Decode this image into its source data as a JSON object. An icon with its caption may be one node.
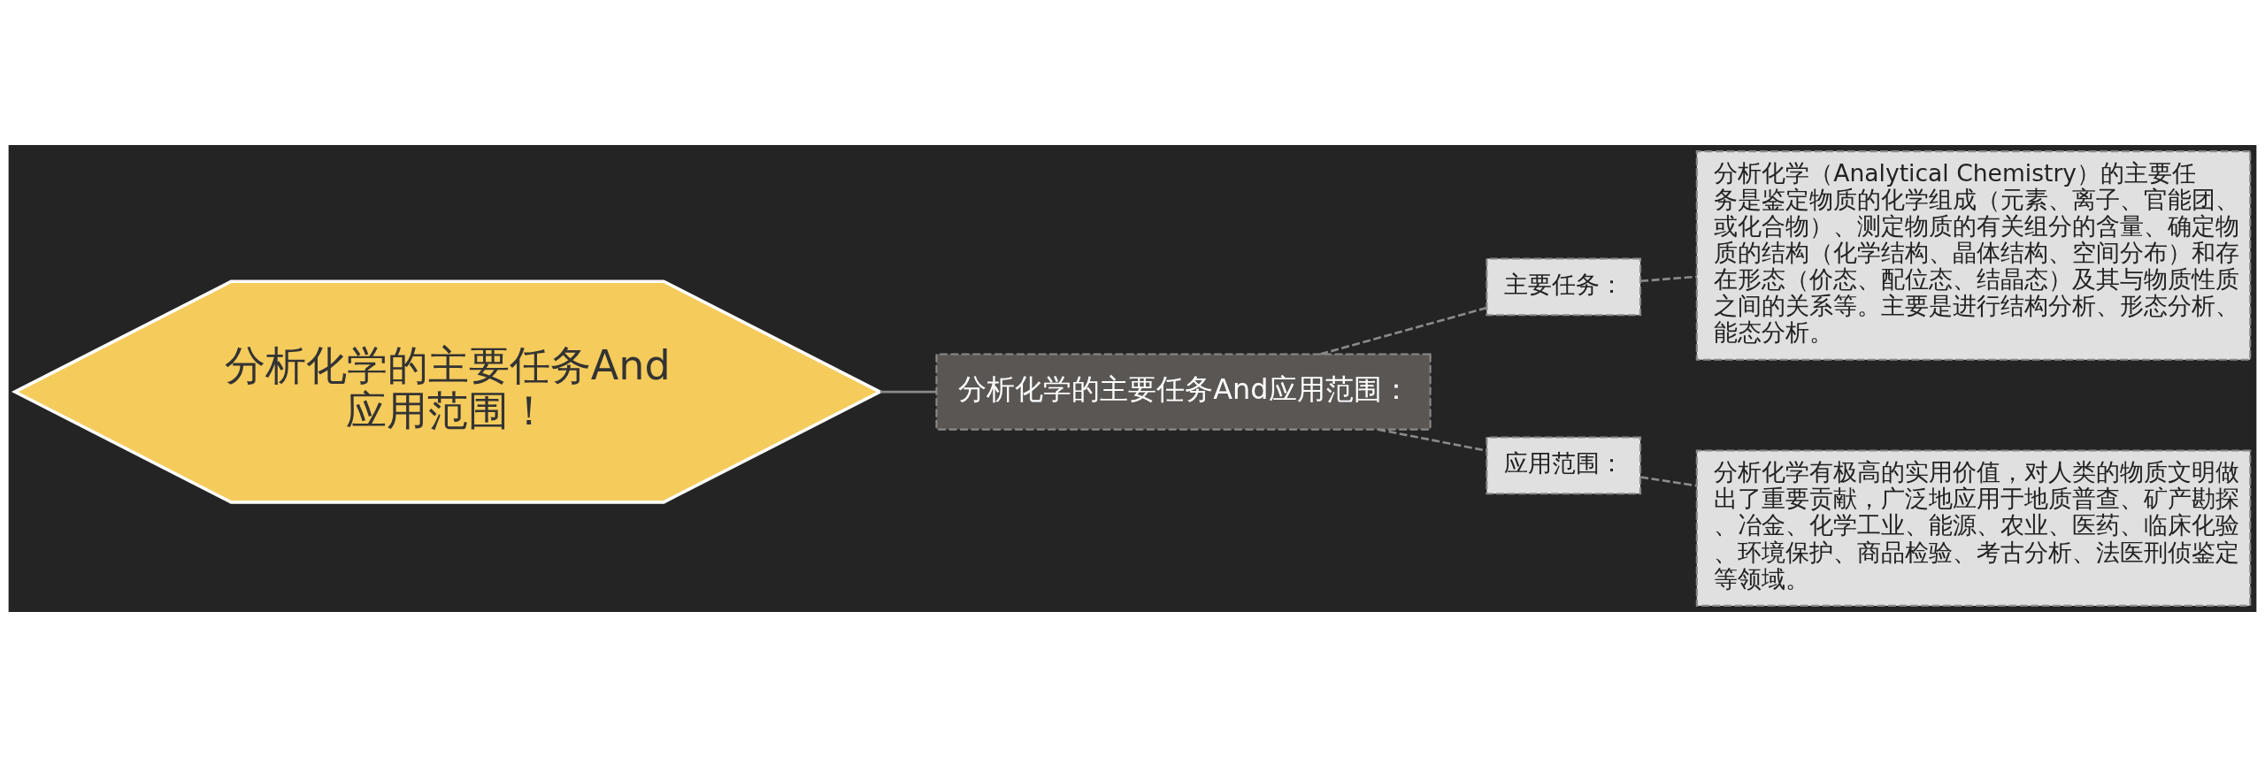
{
  "diagram": {
    "nodes": [
      {
        "text": [
          "分析化学的主要任务And应用范围！"
        ]
      },
      {
        "text": [
          "分析化学的主要任务And应用范围："
        ]
      },
      {
        "text": [
          "主要任务："
        ]
      },
      {
        "text": [
          "分析化学（Analytical Chemistry）的主要任务是鉴定物质的化学组成（元素、离子、官能团、或化合物）、测定物质的有关组分的含量、确定物质的结构（化学结构、晶体结构、空间分布）和存在形态（价态、配位态、结晶态）及其与物质性质之间的关系等。主要是进行结构分析、形态分析、能态分析。"
        ]
      },
      {
        "text": [
          "应用范围："
        ]
      },
      {
        "text": [
          "分析化学有极高的实用价值，对人类的物质文明做出了重要贡献，广泛地应用于地质普查、矿产勘探、冶金、化学工业、能源、农业、医药、临床化验、环境保护、商品检验、考古分析、法医刑侦鉴定等领域。"
        ]
      }
    ],
    "edges": [
      {
        "from": 0,
        "to": 1,
        "arrow": "none"
      },
      {
        "from": 1,
        "to": 2,
        "arrow": "none",
        "style": "dashed"
      },
      {
        "from": 2,
        "to": 3,
        "arrow": "none",
        "style": "dashed"
      },
      {
        "from": 1,
        "to": 4,
        "arrow": "none",
        "style": "dashed"
      },
      {
        "from": 4,
        "to": 5,
        "arrow": "none",
        "style": "dashed"
      }
    ]
  }
}
